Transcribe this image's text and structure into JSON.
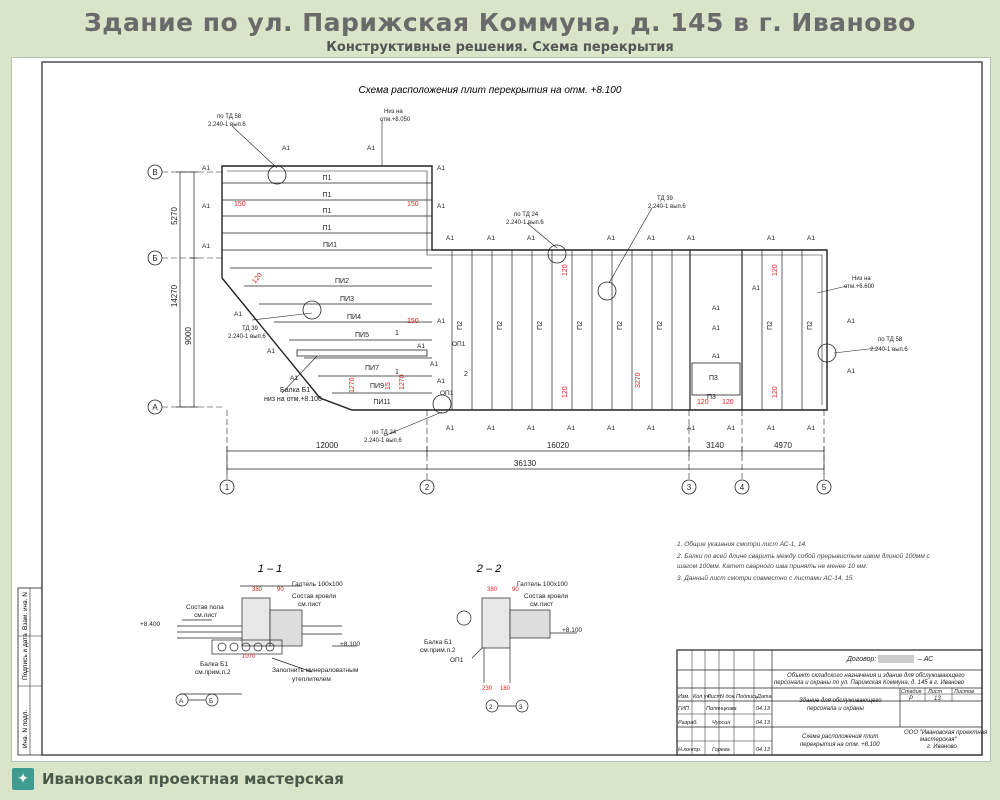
{
  "header": {
    "title": "Здание по ул. Парижская Коммуна, д. 145 в г. Иваново",
    "subtitle": "Конструктивные решения. Схема перекрытия"
  },
  "drawing": {
    "scheme_title": "Схема расположения плит перекрытия на отм. +8.100",
    "refs": {
      "td58_top": "по ТД 58",
      "sheet_top": "2.240-1 вып.6",
      "niz_top_1": "Низ на",
      "niz_top_2": "отм.+8.050",
      "td24_mid": "по ТД 24",
      "sheet_mid": "2.240-1 вып.6",
      "td39_mid": "ТД 39",
      "sheet_mid2": "2.240-1 вып.6",
      "niz_right_1": "Низ на",
      "niz_right_2": "отм.+6.600",
      "td58_right": "по ТД 58",
      "sheet_right": "2.240-1 вып.6",
      "td39_left": "ТД 39",
      "sheet_left": "2.240-1 вып.6",
      "beam_1": "Балка Б1",
      "beam_2": "низ на отм.+8.100",
      "td24_bottom": "по ТД 24",
      "sheet_bottom": "2.240-1 вып.6"
    },
    "axis_letters": [
      "В",
      "Б",
      "А"
    ],
    "axis_numbers": [
      "1",
      "2",
      "3",
      "4",
      "5"
    ],
    "vertical_dims": [
      "5270",
      "9000",
      "14270"
    ],
    "dims_bottom": [
      "12000",
      "16020",
      "3140",
      "4970"
    ],
    "dim_total": "36130",
    "slabs_left": [
      "П1",
      "П1",
      "П1",
      "П1",
      "ПИ1",
      "ПИ2",
      "ПИ3",
      "ПИ4",
      "ПИ5",
      "ПИ7",
      "ПИ9",
      "ПИ11"
    ],
    "slab_p2": "П2",
    "slab_p3": "П3",
    "anchor": "А1",
    "opl": "ОП1",
    "red_150": "150",
    "red_120": "120",
    "red_3270": "3270",
    "red_1270": "1270",
    "red_15": "15",
    "section_mark": "1",
    "section_mark2": "2"
  },
  "notes": [
    "1.   Общие указания смотри лист АС-1, 14.",
    "2.   Балки по всей длине сварить между собой прерывистым швом длиной 100мм с",
    "      шагом 100мм. Катет сварного шва принять не менее 10 мм.",
    "3.   Данный лист смотри совместно с листами АС-14, 15."
  ],
  "section1": {
    "title": "1 – 1",
    "level_top": "+8.400",
    "level_bottom": "+8.100",
    "floor_1": "Состав пола",
    "floor_2": "см.лист",
    "galtel": "Галтель 100х100",
    "roof_1": "Состав кровли",
    "roof_2": "см.лист",
    "beam_1": "Балка Б1",
    "beam_2": "см.прим.п.2",
    "fill_1": "Заполнить минераловатным",
    "fill_2": "утеплителем",
    "dim_a": "380",
    "dim_b": "90",
    "dim_c": "1070",
    "axis_a": "А",
    "axis_b": "Б"
  },
  "section2": {
    "title": "2 – 2",
    "galtel": "Галтель 100х100",
    "roof_1": "Состав кровли",
    "roof_2": "см.лист",
    "level": "+8.100",
    "beam_1": "Балка Б1",
    "beam_2": "см.прим.п.2",
    "opl": "ОП1",
    "dim_a": "380",
    "dim_b": "90",
    "dim_c": "230",
    "dim_d": "180",
    "axis_a": "2",
    "axis_b": "3"
  },
  "stamp": {
    "contract": "Договор:",
    "contract_suffix": "– АС",
    "object_1": "Объект складского назначения и здание для обслуживающего",
    "object_2": "персонала и охраны по ул. Парижская Коммуна, д. 145 в г. Иваново",
    "headers": [
      "Изм.",
      "Кол.уч",
      "Лист",
      "N док.",
      "Подпись",
      "Дата"
    ],
    "building_1": "Здание для обслуживающего",
    "building_2": "персонала и охраны",
    "stage_label": "Стадия",
    "sheet_label": "Лист",
    "sheets_label": "Листов",
    "stage": "Р",
    "sheet": "13",
    "sheets": "",
    "sheet_title_1": "Схема расположения плит",
    "sheet_title_2": "перекрытия на отм. +8.100",
    "org_1": "ООО \"Ивановская проектная",
    "org_2": "мастерская\"",
    "org_3": "г. Иваново",
    "people": [
      {
        "role": "ГИП",
        "name": "Полянцкова",
        "date": "04.13"
      },
      {
        "role": "Разраб.",
        "name": "Чурсин",
        "date": "04.13"
      },
      {
        "role": "Н.контр.",
        "name": "Горева",
        "date": "04.13"
      }
    ]
  },
  "side_labels": [
    "Взам. инв. N",
    "Подпись и дата",
    "Инв. N подл."
  ],
  "footer": {
    "company": "Ивановская проектная мастерская"
  }
}
